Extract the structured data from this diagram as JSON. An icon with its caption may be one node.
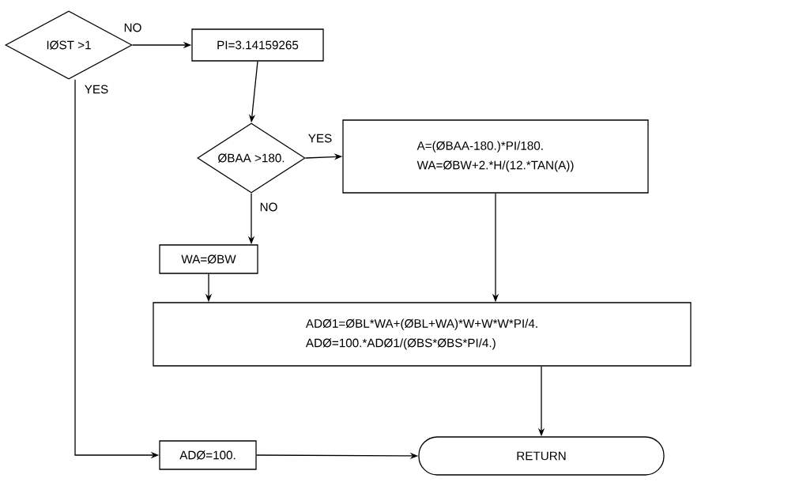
{
  "diagram": {
    "nodes": [
      {
        "text": [
          "IØST >1"
        ]
      },
      {
        "text": [
          "PI=3.14159265"
        ]
      },
      {
        "text": [
          "ØBAA >180."
        ]
      },
      {
        "text": [
          "A=(ØBAA-180.)*PI/180.",
          "WA=ØBW+2.*H/(12.*TAN(A))"
        ]
      },
      {
        "text": [
          "WA=ØBW"
        ]
      },
      {
        "text": [
          "ADØ1=ØBL*WA+(ØBL+WA)*W+W*W*PI/4.",
          "ADØ=100.*ADØ1/(ØBS*ØBS*PI/4.)"
        ]
      },
      {
        "text": [
          "ADØ=100."
        ]
      },
      {
        "text": [
          "RETURN"
        ]
      }
    ],
    "edges": [
      {
        "from": 0,
        "to": 1,
        "arrow": "to",
        "label": "NO"
      },
      {
        "from": 0,
        "to": 6,
        "arrow": "to",
        "label": "YES"
      },
      {
        "from": 1,
        "to": 2,
        "arrow": "to"
      },
      {
        "from": 2,
        "to": 3,
        "arrow": "to",
        "label": "YES"
      },
      {
        "from": 2,
        "to": 4,
        "arrow": "to",
        "label": "NO"
      },
      {
        "from": 4,
        "to": 5,
        "arrow": "to"
      },
      {
        "from": 3,
        "to": 5,
        "arrow": "to"
      },
      {
        "from": 5,
        "to": 7,
        "arrow": "to"
      },
      {
        "from": 6,
        "to": 7,
        "arrow": "to"
      }
    ]
  }
}
